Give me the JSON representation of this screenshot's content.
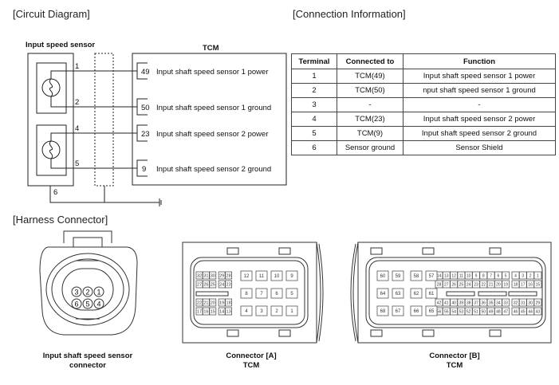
{
  "sections": {
    "circuit_title": "[Circuit Diagram]",
    "connection_title": "[Connection Information]",
    "harness_title": "[Harness Connector]"
  },
  "circuit": {
    "sensor_label": "Input speed sensor",
    "tcm_label": "TCM",
    "sensor_pins": [
      "1",
      "2",
      "4",
      "5",
      "6"
    ],
    "tcm_pins": [
      {
        "pin": "49",
        "label": "Input shaft speed sensor 1 power"
      },
      {
        "pin": "50",
        "label": "Input shaft speed sensor 1 ground"
      },
      {
        "pin": "23",
        "label": "Input shaft speed sensor 2 power"
      },
      {
        "pin": "9",
        "label": "Input shaft speed sensor 2 ground"
      }
    ]
  },
  "table": {
    "headers": [
      "Terminal",
      "Connected to",
      "Function"
    ],
    "rows": [
      [
        "1",
        "TCM(49)",
        "Input shaft speed sensor 1 power"
      ],
      [
        "2",
        "TCM(50)",
        "nput shaft speed sensor 1 ground"
      ],
      [
        "3",
        "-",
        "-"
      ],
      [
        "4",
        "TCM(23)",
        "Input shaft speed sensor 2 power"
      ],
      [
        "5",
        "TCM(9)",
        "Input shaft speed sensor 2 ground"
      ],
      [
        "6",
        "Sensor ground",
        "Sensor Shield"
      ]
    ]
  },
  "harness": {
    "sensor_connector": {
      "pins_top": [
        "3",
        "2",
        "1"
      ],
      "pins_bottom": [
        "6",
        "5",
        "4"
      ],
      "caption_line1": "Input shaft speed sensor",
      "caption_line2": "connector"
    },
    "connector_a": {
      "small_rows": [
        [
          "32",
          "31",
          "30",
          "29",
          "28"
        ],
        [
          "27",
          "26",
          "25",
          "24",
          "23"
        ],
        [
          "22",
          "21",
          "20",
          "19",
          "18"
        ],
        [
          "17",
          "16",
          "15",
          "14",
          "13"
        ]
      ],
      "large_rows": [
        [
          "12",
          "11",
          "10",
          "9"
        ],
        [
          "8",
          "7",
          "6",
          "5"
        ],
        [
          "4",
          "3",
          "2",
          "1"
        ]
      ],
      "caption_line1": "Connector [A]",
      "caption_line2": "TCM"
    },
    "connector_b": {
      "large_rows": [
        [
          "60",
          "59",
          "58",
          "57"
        ],
        [
          "64",
          "63",
          "62",
          "61"
        ],
        [
          "68",
          "67",
          "66",
          "65"
        ]
      ],
      "small_rows": [
        [
          "14",
          "13",
          "12",
          "11",
          "10",
          "9",
          "8",
          "7",
          "6",
          "5",
          "4",
          "3",
          "2",
          "1"
        ],
        [
          "28",
          "27",
          "26",
          "25",
          "24",
          "23",
          "22",
          "21",
          "20",
          "19",
          "18",
          "17",
          "16",
          "15"
        ],
        [
          "42",
          "41",
          "40",
          "39",
          "38",
          "37",
          "36",
          "35",
          "34",
          "33",
          "32",
          "31",
          "30",
          "29"
        ],
        [
          "56",
          "55",
          "54",
          "53",
          "52",
          "51",
          "50",
          "49",
          "48",
          "47",
          "46",
          "45",
          "44",
          "43"
        ]
      ],
      "caption_line1": "Connector [B]",
      "caption_line2": "TCM"
    }
  }
}
